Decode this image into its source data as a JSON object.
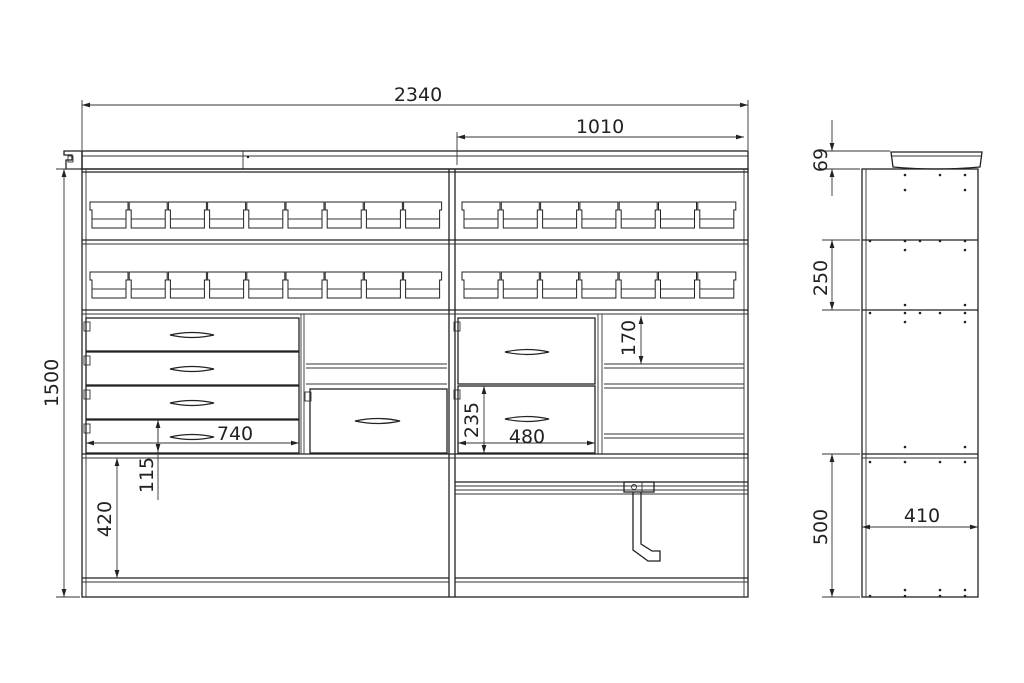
{
  "drawing": {
    "front_view": {
      "dimensions": {
        "overall_width": "2340",
        "right_section_width": "1010",
        "overall_height": "1500",
        "drawer_width": "740",
        "drawer_height": "115",
        "bottom_shelf_height": "420",
        "right_drawer_height": "235",
        "right_drawer_width": "480",
        "right_shelf_spacing": "170"
      }
    },
    "side_view": {
      "dimensions": {
        "top_box_height": "69",
        "bin_shelf_spacing": "250",
        "bottom_section_height": "500",
        "depth": "410"
      }
    }
  }
}
